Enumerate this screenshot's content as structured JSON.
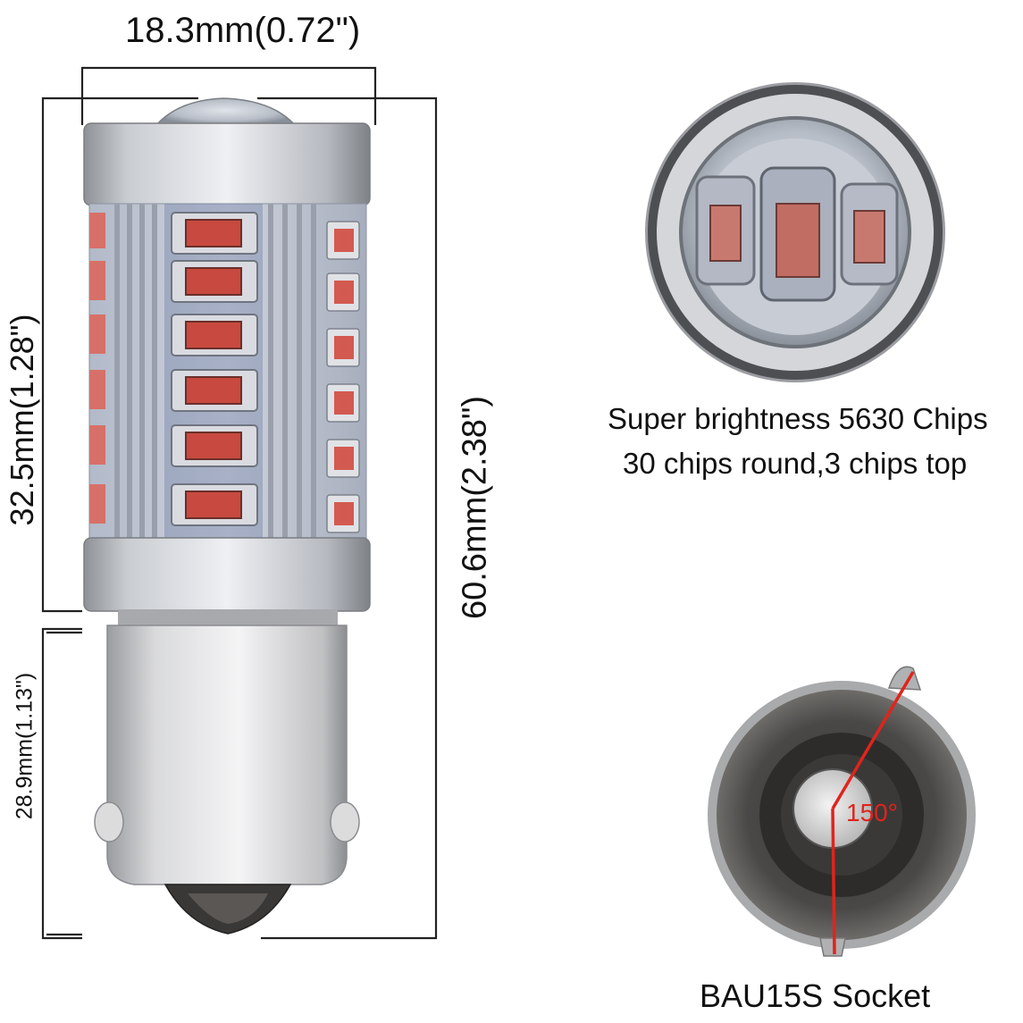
{
  "dimensions": {
    "width": "18.3mm(0.72\")",
    "upper_height": "32.5mm(1.28\")",
    "base_height": "28.9mm(1.13\")",
    "total_height": "60.6mm(2.38\")"
  },
  "features": {
    "line1": "Super brightness 5630 Chips",
    "line2": "30 chips round,3 chips top"
  },
  "socket": {
    "label": "BAU15S Socket",
    "angle": "150°"
  },
  "colors": {
    "led_red": "#c8493f",
    "metal": "#b9bcc2",
    "dim_line": "#222222",
    "angle_line": "#e0241c"
  }
}
